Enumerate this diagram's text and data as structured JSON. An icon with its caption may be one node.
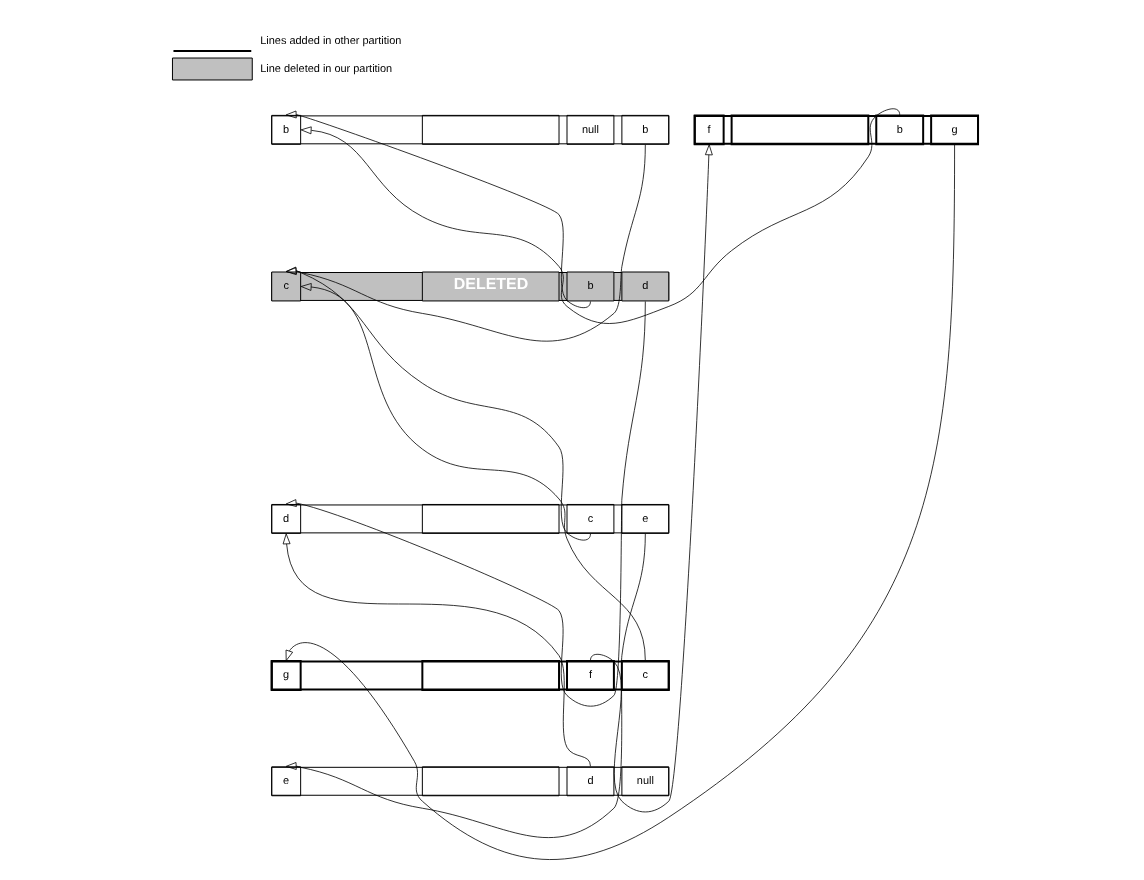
{
  "diagram": {
    "nodes": [
      {
        "text": [],
        "shape": "box"
      },
      {
        "text": [
          "b"
        ],
        "in": 0
      },
      {
        "text": [],
        "shape": "box",
        "in": 0
      },
      {
        "text": [
          "null"
        ],
        "in": 0
      },
      {
        "text": [
          "b"
        ],
        "in": 0
      },
      {
        "text": [],
        "shape": "box"
      },
      {
        "text": [
          "c"
        ],
        "in": 5
      },
      {
        "text": [
          "DELETED"
        ],
        "in": 5
      },
      {
        "text": [
          "b"
        ],
        "in": 5
      },
      {
        "text": [
          "d"
        ],
        "in": 5
      },
      {
        "text": [],
        "shape": "box"
      },
      {
        "text": [
          "d"
        ],
        "in": 10
      },
      {
        "text": [],
        "shape": "box",
        "in": 10
      },
      {
        "text": [
          "c"
        ],
        "in": 10
      },
      {
        "text": [
          "e"
        ],
        "in": 10
      },
      {
        "text": [],
        "shape": "box"
      },
      {
        "text": [
          "e"
        ],
        "in": 15
      },
      {
        "text": [],
        "shape": "box",
        "in": 15
      },
      {
        "text": [
          "d"
        ],
        "in": 15
      },
      {
        "text": [
          "null"
        ],
        "in": 15
      },
      {
        "text": [],
        "shape": "box"
      },
      {
        "text": [
          "f"
        ],
        "in": 20
      },
      {
        "text": [],
        "shape": "box",
        "in": 20
      },
      {
        "text": [
          "b"
        ],
        "in": 20
      },
      {
        "text": [
          "g"
        ],
        "in": 20
      },
      {
        "text": [],
        "shape": "box"
      },
      {
        "text": [
          "g"
        ],
        "in": 25
      },
      {
        "text": [],
        "shape": "box",
        "in": 25
      },
      {
        "text": [
          "f"
        ],
        "in": 25
      },
      {
        "text": [
          "c"
        ],
        "in": 25
      }
    ],
    "edges": [
      {
        "from": 4,
        "to": 6,
        "arrow": "to"
      },
      {
        "from": 8,
        "to": 1,
        "arrow": "to"
      },
      {
        "from": 23,
        "to": 1,
        "arrow": "to"
      },
      {
        "from": 29,
        "to": 6,
        "arrow": "to"
      },
      {
        "from": 9,
        "to": 11,
        "arrow": "to"
      },
      {
        "from": 13,
        "to": 6,
        "arrow": "to"
      },
      {
        "from": 14,
        "to": 16,
        "arrow": "to"
      },
      {
        "from": 18,
        "to": 11,
        "arrow": "to"
      },
      {
        "from": 24,
        "to": 26,
        "arrow": "to"
      },
      {
        "from": 28,
        "to": 21,
        "arrow": "to"
      }
    ],
    "legend": [
      {
        "text": "Lines added in other partition"
      },
      {
        "text": "Line deleted in our partition",
        "color": "#c0c0c0"
      }
    ]
  }
}
